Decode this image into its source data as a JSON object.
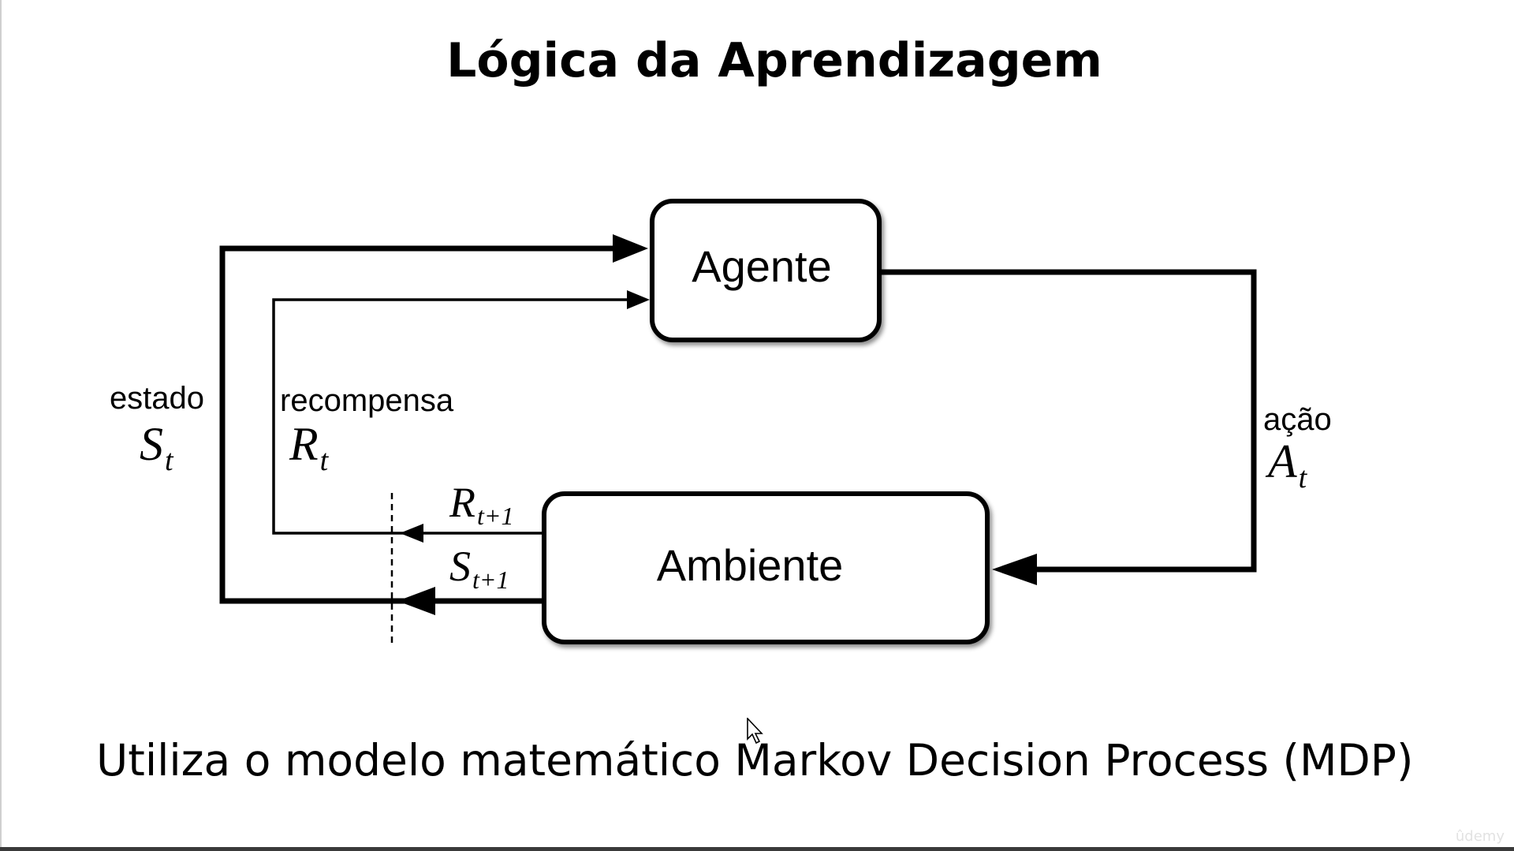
{
  "slide": {
    "title": "Lógica da Aprendizagem",
    "caption": "Utiliza o modelo matemático Markov Decision Process (MDP)",
    "watermark": "ûdemy"
  },
  "diagram": {
    "nodes": {
      "agent": "Agente",
      "environment": "Ambiente"
    },
    "labels": {
      "state_word": "estado",
      "state_symbol": "S",
      "state_sub": "t",
      "reward_word": "recompensa",
      "reward_symbol": "R",
      "reward_sub": "t",
      "action_word": "ação",
      "action_symbol": "A",
      "action_sub": "t",
      "next_reward_symbol": "R",
      "next_reward_sub": "t+1",
      "next_state_symbol": "S",
      "next_state_sub": "t+1"
    }
  },
  "icons": {
    "cursor": "arrow-cursor-icon"
  }
}
